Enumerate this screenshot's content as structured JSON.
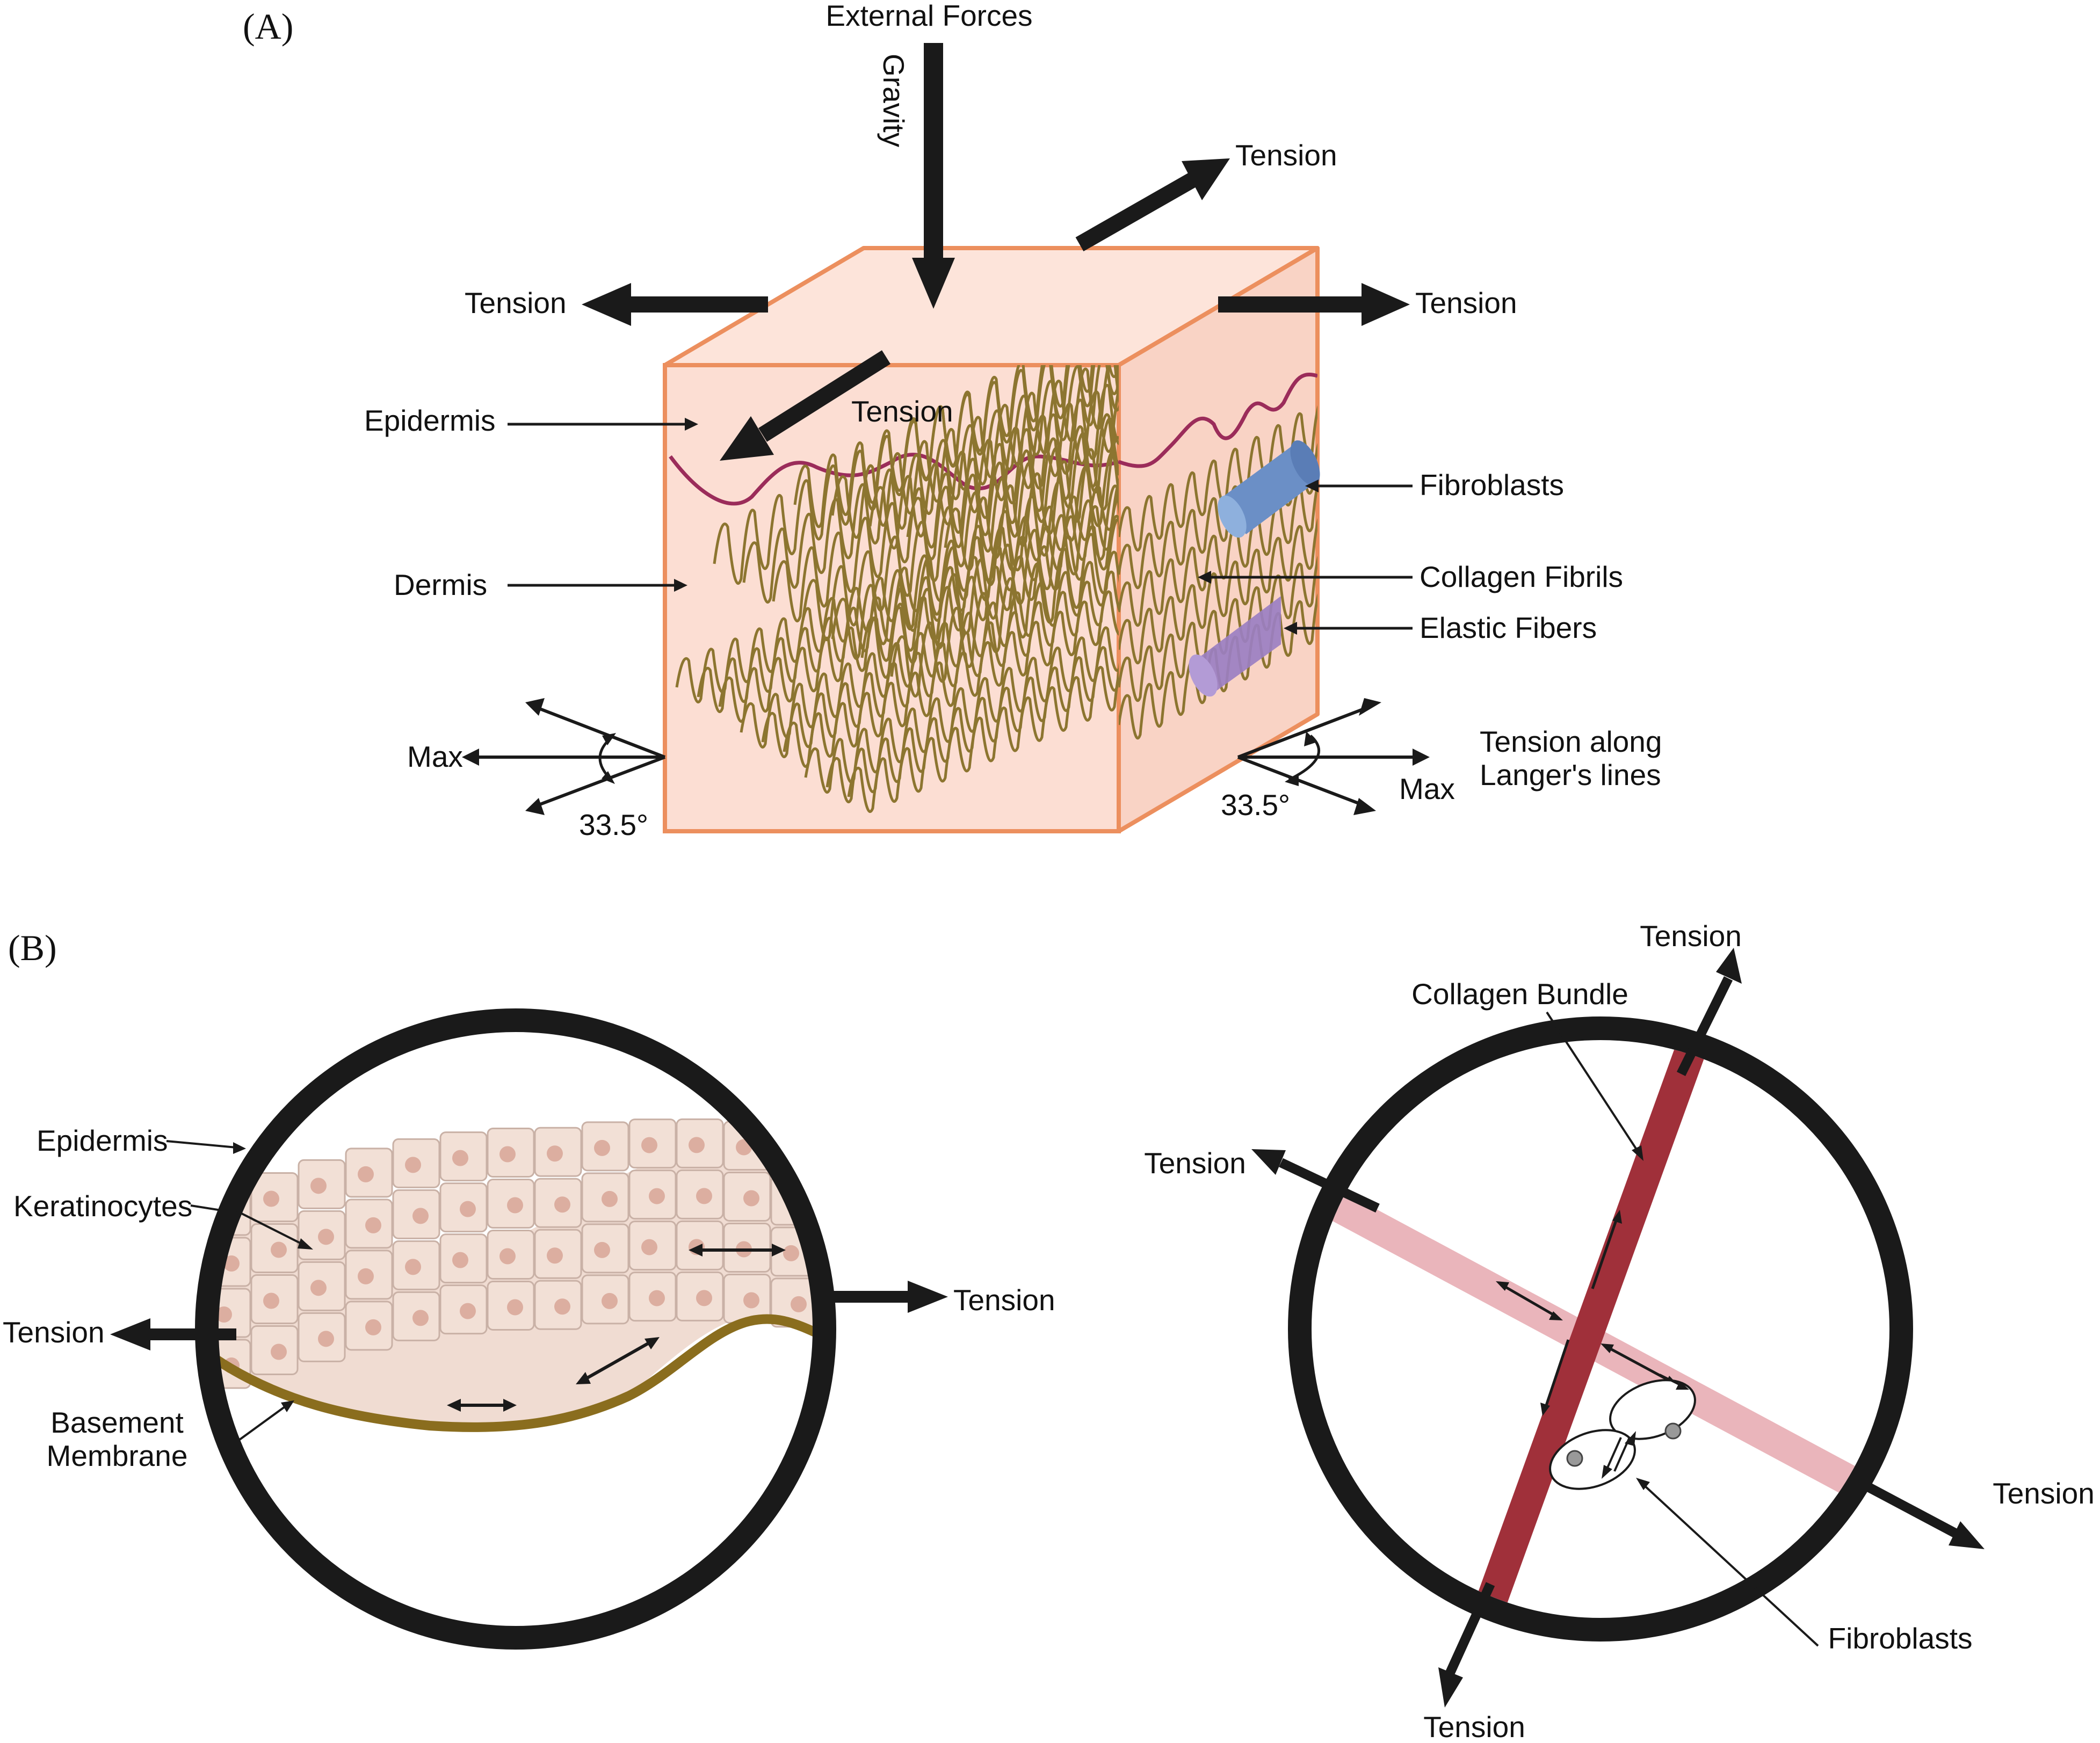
{
  "panel_a": {
    "panel_label": "(A)",
    "external_forces": "External Forces",
    "gravity": "Gravity",
    "tension_top_right": "Tension",
    "tension_left": "Tension",
    "tension_right": "Tension",
    "tension_front": "Tension",
    "epidermis": "Epidermis",
    "dermis": "Dermis",
    "fibroblasts": "Fibroblasts",
    "collagen_fibrils": "Collagen Fibrils",
    "elastic_fibers": "Elastic Fibers",
    "max_left": "Max",
    "max_right": "Max",
    "angle_left": "33.5°",
    "angle_right": "33.5°",
    "langer_line1": "Tension along",
    "langer_line2": "Langer's lines"
  },
  "panel_b": {
    "panel_label": "(B)",
    "left": {
      "epidermis": "Epidermis",
      "keratinocytes": "Keratinocytes",
      "tension_left": "Tension",
      "tension_right": "Tension",
      "basement_line1": "Basement",
      "basement_line2": "Membrane"
    },
    "right": {
      "tension_top": "Tension",
      "collagen_bundle": "Collagen Bundle",
      "tension_left": "Tension",
      "tension_right": "Tension",
      "tension_bottom": "Tension",
      "fibroblasts": "Fibroblasts"
    }
  },
  "colors": {
    "skin_fill": "#fcded3",
    "skin_edge": "#ec8f5e",
    "epidermis_wave": "#9b2c5a",
    "collagen_fibril": "#8c7530",
    "fibroblast_blue": "#6b8fc6",
    "elastic_purple": "#9b7fc2",
    "arrow": "#1a1a1a",
    "keratinocyte_fill": "#f0dcd2",
    "keratinocyte_nucleus": "#dcaea0",
    "basement_membrane": "#8a6d1e",
    "collagen_bundle_dark": "#a0303a",
    "collagen_bundle_light": "#eab5bb"
  }
}
